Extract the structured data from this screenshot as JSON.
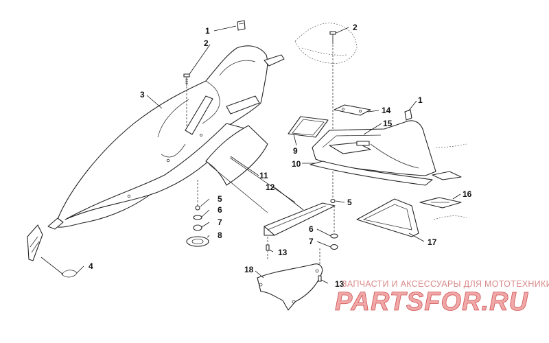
{
  "diagram": {
    "callouts": {
      "c1a": "1",
      "c2a": "2",
      "c3": "3",
      "c4": "4",
      "c5a": "5",
      "c6a": "6",
      "c7a": "7",
      "c8": "8",
      "c2b": "2",
      "c9": "9",
      "c10": "10",
      "c11": "11",
      "c12": "12",
      "c13a": "13",
      "c13b": "13",
      "c14": "14",
      "c15": "15",
      "c1b": "1",
      "c16": "16",
      "c17": "17",
      "c18": "18",
      "c5b": "5",
      "c6b": "6",
      "c7b": "7"
    }
  },
  "watermark": {
    "line": "ЗАПЧАСТИ И АКСЕССУАРЫ ДЛЯ МОТОТЕХНИКИ",
    "brand": "PARTSFOR.RU",
    "color": "#e07070"
  }
}
